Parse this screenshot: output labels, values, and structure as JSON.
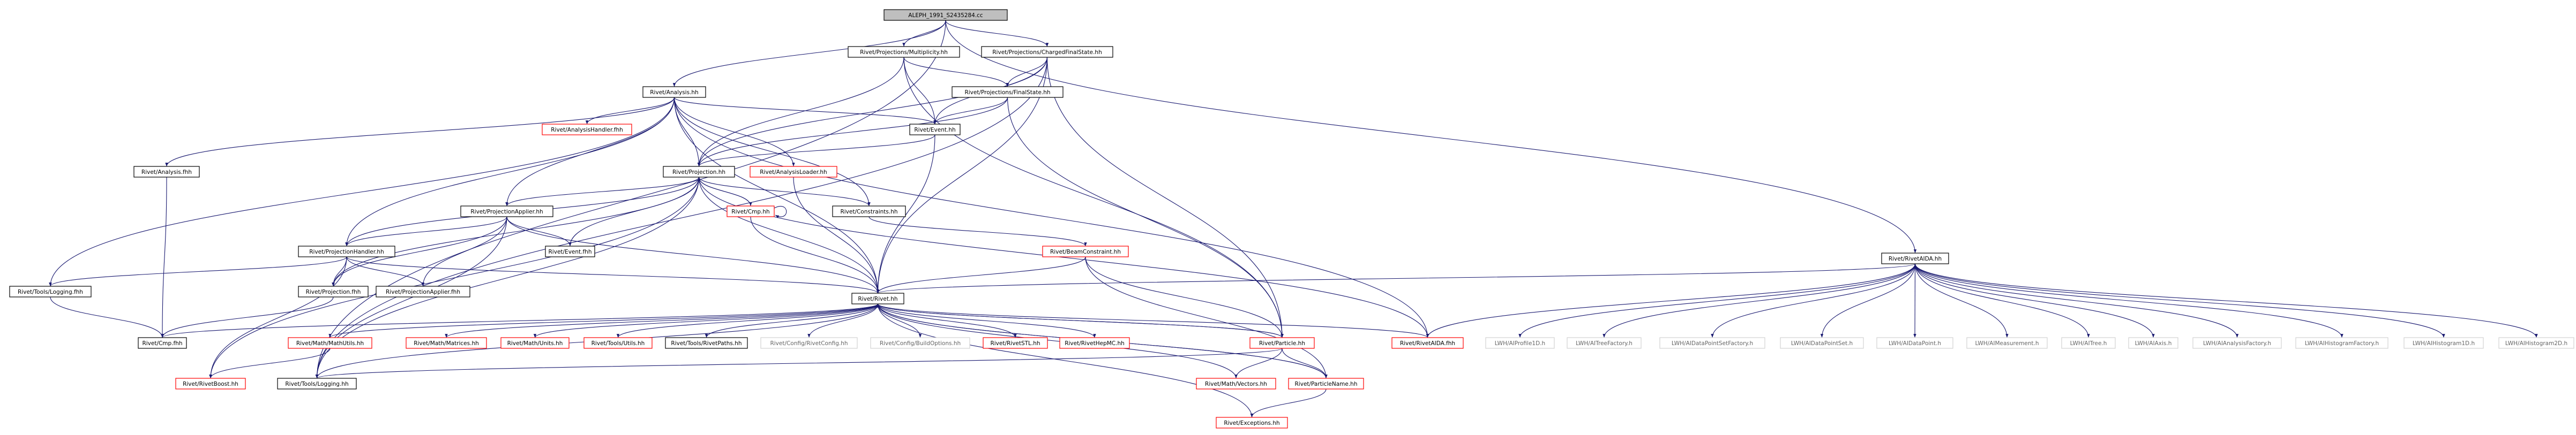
{
  "colors": {
    "edge": "#191970",
    "root_fill": "#bfbfbf",
    "node_border": "#000000",
    "missing_border": "#ff0000",
    "external_border": "#d3d3d3",
    "external_text": "#666666",
    "text": "#000000"
  },
  "nodes": [
    {
      "id": "aleph",
      "label": "ALEPH_1991_S2435284.cc",
      "kind": "root"
    },
    {
      "id": "multiplicity",
      "label": "Rivet/Projections/Multiplicity.hh",
      "kind": "normal"
    },
    {
      "id": "chargedfs",
      "label": "Rivet/Projections/ChargedFinalState.hh",
      "kind": "normal"
    },
    {
      "id": "analysis",
      "label": "Rivet/Analysis.hh",
      "kind": "normal"
    },
    {
      "id": "finalstate",
      "label": "Rivet/Projections/FinalState.hh",
      "kind": "normal"
    },
    {
      "id": "rivetaida",
      "label": "Rivet/RivetAIDA.hh",
      "kind": "normal"
    },
    {
      "id": "analysisfhh",
      "label": "Rivet/Analysis.fhh",
      "kind": "normal"
    },
    {
      "id": "analysishandlerfhh",
      "label": "Rivet/AnalysisHandler.fhh",
      "kind": "missing"
    },
    {
      "id": "event",
      "label": "Rivet/Event.hh",
      "kind": "normal"
    },
    {
      "id": "projection",
      "label": "Rivet/Projection.hh",
      "kind": "normal"
    },
    {
      "id": "analysisloader",
      "label": "Rivet/AnalysisLoader.hh",
      "kind": "missing"
    },
    {
      "id": "projapplier",
      "label": "Rivet/ProjectionApplier.hh",
      "kind": "normal"
    },
    {
      "id": "cmp",
      "label": "Rivet/Cmp.hh",
      "kind": "missing"
    },
    {
      "id": "constraints",
      "label": "Rivet/Constraints.hh",
      "kind": "normal"
    },
    {
      "id": "projhandler",
      "label": "Rivet/ProjectionHandler.hh",
      "kind": "normal"
    },
    {
      "id": "eventfhh",
      "label": "Rivet/Event.fhh",
      "kind": "normal"
    },
    {
      "id": "beamconstraint",
      "label": "Rivet/BeamConstraint.hh",
      "kind": "missing"
    },
    {
      "id": "toolslogfhh",
      "label": "Rivet/Tools/Logging.fhh",
      "kind": "normal"
    },
    {
      "id": "projectionfhh",
      "label": "Rivet/Projection.fhh",
      "kind": "normal"
    },
    {
      "id": "projapplierfhh",
      "label": "Rivet/ProjectionApplier.fhh",
      "kind": "normal"
    },
    {
      "id": "rivethh",
      "label": "Rivet/Rivet.hh",
      "kind": "normal"
    },
    {
      "id": "cmpfhh",
      "label": "Rivet/Cmp.fhh",
      "kind": "normal"
    },
    {
      "id": "mathutils",
      "label": "Rivet/Math/MathUtils.hh",
      "kind": "missing"
    },
    {
      "id": "matrices",
      "label": "Rivet/Math/Matrices.hh",
      "kind": "missing"
    },
    {
      "id": "units",
      "label": "Rivet/Math/Units.hh",
      "kind": "missing"
    },
    {
      "id": "toolsutils",
      "label": "Rivet/Tools/Utils.hh",
      "kind": "missing"
    },
    {
      "id": "rivetpaths",
      "label": "Rivet/Tools/RivetPaths.hh",
      "kind": "normal"
    },
    {
      "id": "rivetconfig",
      "label": "Rivet/Config/RivetConfig.hh",
      "kind": "external"
    },
    {
      "id": "buildoptions",
      "label": "Rivet/Config/BuildOptions.hh",
      "kind": "external"
    },
    {
      "id": "rivetstl",
      "label": "Rivet/RivetSTL.hh",
      "kind": "missing"
    },
    {
      "id": "rivethepmc",
      "label": "Rivet/RivetHepMC.hh",
      "kind": "missing"
    },
    {
      "id": "particle",
      "label": "Rivet/Particle.hh",
      "kind": "missing"
    },
    {
      "id": "rivetaidafhh",
      "label": "Rivet/RivetAIDA.fhh",
      "kind": "missing"
    },
    {
      "id": "rivetboost",
      "label": "Rivet/RivetBoost.hh",
      "kind": "missing"
    },
    {
      "id": "toolslogging",
      "label": "Rivet/Tools/Logging.hh",
      "kind": "normal"
    },
    {
      "id": "mathvectors",
      "label": "Rivet/Math/Vectors.hh",
      "kind": "missing"
    },
    {
      "id": "particlename",
      "label": "Rivet/ParticleName.hh",
      "kind": "missing"
    },
    {
      "id": "exceptions",
      "label": "Rivet/Exceptions.hh",
      "kind": "missing"
    },
    {
      "id": "iprofile1d",
      "label": "LWH/AIProfile1D.h",
      "kind": "external"
    },
    {
      "id": "itreefactory",
      "label": "LWH/AITreeFactory.h",
      "kind": "external"
    },
    {
      "id": "idpsfactory",
      "label": "LWH/AIDataPointSetFactory.h",
      "kind": "external"
    },
    {
      "id": "idpset",
      "label": "LWH/AIDataPointSet.h",
      "kind": "external"
    },
    {
      "id": "idpoint",
      "label": "LWH/AIDataPoint.h",
      "kind": "external"
    },
    {
      "id": "imeasure",
      "label": "LWH/AIMeasurement.h",
      "kind": "external"
    },
    {
      "id": "itree",
      "label": "LWH/AITree.h",
      "kind": "external"
    },
    {
      "id": "iaxis",
      "label": "LWH/AIAxis.h",
      "kind": "external"
    },
    {
      "id": "ianafactory",
      "label": "LWH/AIAnalysisFactory.h",
      "kind": "external"
    },
    {
      "id": "ihistfactory",
      "label": "LWH/AIHistogramFactory.h",
      "kind": "external"
    },
    {
      "id": "ihist1d",
      "label": "LWH/AIHistogram1D.h",
      "kind": "external"
    },
    {
      "id": "ihist2d",
      "label": "LWH/AIHistogram2D.h",
      "kind": "external"
    }
  ],
  "edges": [
    [
      "aleph",
      "analysis"
    ],
    [
      "aleph",
      "multiplicity"
    ],
    [
      "aleph",
      "chargedfs"
    ],
    [
      "aleph",
      "rivetaida"
    ],
    [
      "aleph",
      "toolslogging"
    ],
    [
      "multiplicity",
      "projection"
    ],
    [
      "multiplicity",
      "finalstate"
    ],
    [
      "multiplicity",
      "event"
    ],
    [
      "multiplicity",
      "particle"
    ],
    [
      "chargedfs",
      "finalstate"
    ],
    [
      "chargedfs",
      "event"
    ],
    [
      "chargedfs",
      "projection"
    ],
    [
      "chargedfs",
      "rivethh"
    ],
    [
      "chargedfs",
      "particle"
    ],
    [
      "chargedfs",
      "toolslogging"
    ],
    [
      "finalstate",
      "projection"
    ],
    [
      "finalstate",
      "event"
    ],
    [
      "finalstate",
      "particle"
    ],
    [
      "analysis",
      "analysisfhh"
    ],
    [
      "analysis",
      "analysishandlerfhh"
    ],
    [
      "analysis",
      "event"
    ],
    [
      "analysis",
      "projection"
    ],
    [
      "analysis",
      "analysisloader"
    ],
    [
      "analysis",
      "constraints"
    ],
    [
      "analysis",
      "projapplier"
    ],
    [
      "analysis",
      "projhandler"
    ],
    [
      "analysis",
      "toolslogfhh"
    ],
    [
      "analysis",
      "rivethh"
    ],
    [
      "analysis",
      "rivetaidafhh"
    ],
    [
      "analysisfhh",
      "cmpfhh"
    ],
    [
      "event",
      "projection"
    ],
    [
      "event",
      "rivethh"
    ],
    [
      "projection",
      "projapplier"
    ],
    [
      "projection",
      "projhandler"
    ],
    [
      "projection",
      "cmp"
    ],
    [
      "projection",
      "constraints"
    ],
    [
      "projection",
      "eventfhh"
    ],
    [
      "projection",
      "rivethh"
    ],
    [
      "projection",
      "projectionfhh"
    ],
    [
      "projection",
      "toolslogging"
    ],
    [
      "projection",
      "rivetaidafhh"
    ],
    [
      "projection",
      "rivetboost"
    ],
    [
      "analysisloader",
      "rivethh"
    ],
    [
      "projapplier",
      "projhandler"
    ],
    [
      "projapplier",
      "projectionfhh"
    ],
    [
      "projapplier",
      "projapplierfhh"
    ],
    [
      "projapplier",
      "eventfhh"
    ],
    [
      "projapplier",
      "rivethh"
    ],
    [
      "projapplier",
      "toolslogging"
    ],
    [
      "cmp",
      "projection"
    ],
    [
      "cmp",
      "rivethh"
    ],
    [
      "cmp",
      "cmp"
    ],
    [
      "constraints",
      "beamconstraint"
    ],
    [
      "projhandler",
      "projapplierfhh"
    ],
    [
      "projhandler",
      "projectionfhh"
    ],
    [
      "projhandler",
      "toolslogfhh"
    ],
    [
      "projhandler",
      "rivethh"
    ],
    [
      "projhandler",
      "rivetboost"
    ],
    [
      "beamconstraint",
      "rivethh"
    ],
    [
      "beamconstraint",
      "particle"
    ],
    [
      "beamconstraint",
      "particlename"
    ],
    [
      "toolslogfhh",
      "cmpfhh"
    ],
    [
      "projectionfhh",
      "cmpfhh"
    ],
    [
      "rivethh",
      "cmpfhh"
    ],
    [
      "rivethh",
      "mathutils"
    ],
    [
      "rivethh",
      "matrices"
    ],
    [
      "rivethh",
      "units"
    ],
    [
      "rivethh",
      "toolsutils"
    ],
    [
      "rivethh",
      "rivetpaths"
    ],
    [
      "rivethh",
      "rivetconfig"
    ],
    [
      "rivethh",
      "buildoptions"
    ],
    [
      "rivethh",
      "rivetstl"
    ],
    [
      "rivethh",
      "rivethepmc"
    ],
    [
      "rivethh",
      "particle"
    ],
    [
      "rivethh",
      "rivetaidafhh"
    ],
    [
      "rivethh",
      "toolslogging"
    ],
    [
      "rivethh",
      "mathvectors"
    ],
    [
      "rivethh",
      "particlename"
    ],
    [
      "rivethh",
      "exceptions"
    ],
    [
      "particle",
      "rivethh"
    ],
    [
      "particle",
      "particlename"
    ],
    [
      "particle",
      "mathvectors"
    ],
    [
      "particle",
      "toolslogging"
    ],
    [
      "particlename",
      "rivethh"
    ],
    [
      "particlename",
      "exceptions"
    ],
    [
      "mathutils",
      "rivetboost"
    ],
    [
      "rivetaida",
      "rivethh"
    ],
    [
      "rivetaida",
      "rivetaidafhh"
    ],
    [
      "rivetaida",
      "iprofile1d"
    ],
    [
      "rivetaida",
      "itreefactory"
    ],
    [
      "rivetaida",
      "idpsfactory"
    ],
    [
      "rivetaida",
      "idpset"
    ],
    [
      "rivetaida",
      "idpoint"
    ],
    [
      "rivetaida",
      "imeasure"
    ],
    [
      "rivetaida",
      "itree"
    ],
    [
      "rivetaida",
      "iaxis"
    ],
    [
      "rivetaida",
      "ianafactory"
    ],
    [
      "rivetaida",
      "ihistfactory"
    ],
    [
      "rivetaida",
      "ihist1d"
    ],
    [
      "rivetaida",
      "ihist2d"
    ]
  ]
}
